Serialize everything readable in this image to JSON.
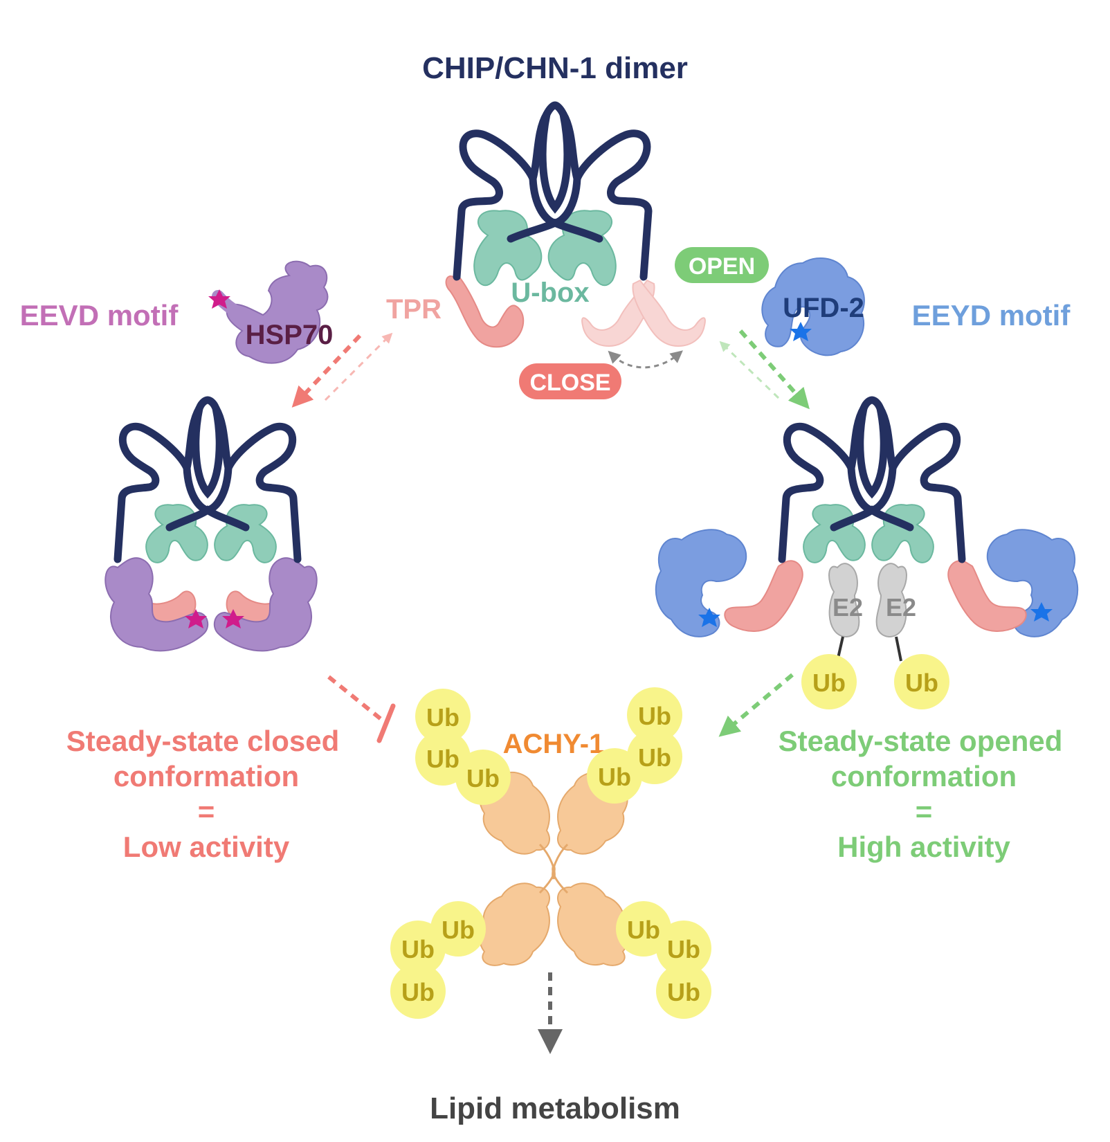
{
  "title": "CHIP/CHN-1 dimer",
  "labels": {
    "ubox": "U-box",
    "tpr": "TPR",
    "open": "OPEN",
    "close": "CLOSE",
    "eevd": "EEVD motif",
    "eeyd": "EEYD motif",
    "hsp70": "HSP70",
    "ufd2": "UFD-2",
    "e2": "E2",
    "ub": "Ub",
    "achy1": "ACHY-1",
    "metabolism": "Lipid metabolism"
  },
  "closed_state": {
    "line1": "Steady-state closed",
    "line2": "conformation",
    "line3": "=",
    "line4": "Low activity"
  },
  "opened_state": {
    "line1": "Steady-state opened",
    "line2": "conformation",
    "line3": "=",
    "line4": "High activity"
  },
  "colors": {
    "navy": "#243060",
    "teal": "#8fcdb8",
    "tpr_pink": "#f0a3a0",
    "purple": "#a98ac8",
    "blue": "#7b9de0",
    "gray": "#d2d2d2",
    "yellow": "#f8f48a",
    "ub_text": "#b7a019",
    "orange": "#f7c998",
    "red_label": "#f07a74",
    "green_label": "#7dcc77",
    "eevd_color": "#c26fb6",
    "eeyd_color": "#6e9fdc"
  }
}
